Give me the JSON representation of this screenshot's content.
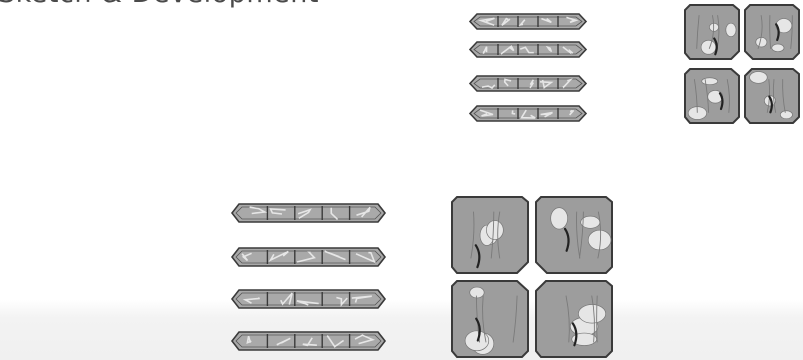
{
  "heading": {
    "text": "Sketch & Development"
  },
  "groups": [
    {
      "name": "small-strip-column",
      "kind": "strips",
      "count": 4
    },
    {
      "name": "small-tile-grid",
      "kind": "tiles",
      "count": 4
    },
    {
      "name": "large-strip-column",
      "kind": "strips",
      "count": 4
    },
    {
      "name": "large-tile-grid",
      "kind": "tiles",
      "count": 4
    }
  ],
  "colors": {
    "panel_fill": "#a9a9a9",
    "panel_stroke": "#3a3a3a",
    "map_fill": "#9d9d9d",
    "cloud": "#e6e6e6",
    "ink": "#222222",
    "band": "#f0f0f0"
  }
}
